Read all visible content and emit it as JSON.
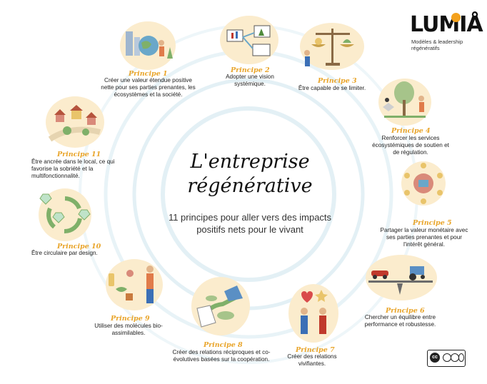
{
  "title": "L'entreprise régénérative",
  "subtitle": "11 principes pour aller vers des impacts positifs nets pour le vivant",
  "logo": {
    "name": "LUMIÅ",
    "tagline_line1": "Modèles & leadership",
    "tagline_line2": "régénératifs"
  },
  "colors": {
    "accent": "#e9a52b",
    "ring": "#dcecf3",
    "illustration_bg": "#fbeccd"
  },
  "principles": [
    {
      "label": "Principe 1",
      "text": "Créer une valeur étendue positive nette pour ses parties prenantes, les écosystèmes et la société."
    },
    {
      "label": "Principe 2",
      "text": "Adopter une vision systémique."
    },
    {
      "label": "Principe 3",
      "text": "Être capable de se limiter."
    },
    {
      "label": "Principe 4",
      "text": "Renforcer les services écosystémiques de soutien et de régulation."
    },
    {
      "label": "Principe 5",
      "text": "Partager la valeur monétaire avec ses parties prenantes et pour l'intérêt général."
    },
    {
      "label": "Principe 6",
      "text": "Chercher un équilibre entre performance et robustesse."
    },
    {
      "label": "Principe 7",
      "text": "Créer des relations vivifiantes."
    },
    {
      "label": "Principe 8",
      "text": "Créer des relations réciproques et co-évolutives basées sur la coopération."
    },
    {
      "label": "Principe 9",
      "text": "Utiliser des molécules bio-assimilables."
    },
    {
      "label": "Principe 10",
      "text": "Être circulaire par design."
    },
    {
      "label": "Principe 11",
      "text": "Être ancrée dans le local, ce qui favorise la sobriété et la multifonctionnalité."
    }
  ],
  "license": {
    "badge": "cc",
    "icons": [
      "by-icon",
      "nc-icon",
      "nd-icon"
    ]
  }
}
